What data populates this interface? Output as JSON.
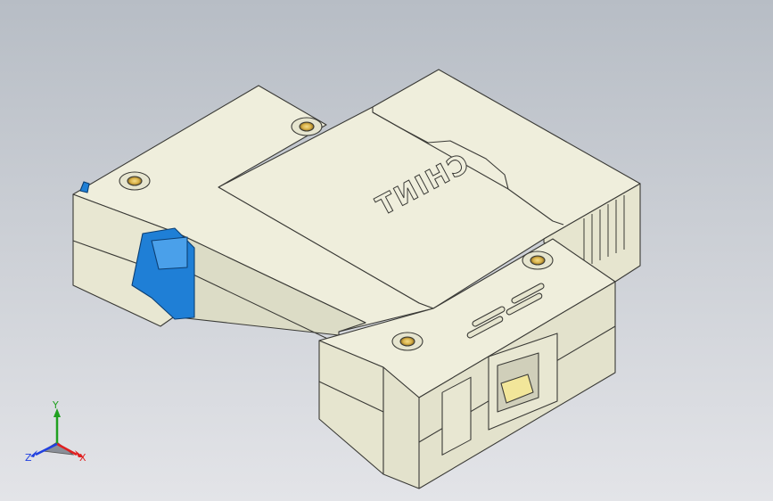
{
  "product": {
    "brand_logo_text": "CHINT"
  },
  "colors": {
    "background_top": "#b7bdc5",
    "background_bottom": "#e3e4e8",
    "housing": "#efeedc",
    "housing_shade": "#dcdcc6",
    "housing_side": "#e6e5cf",
    "edge": "#3a3a36",
    "latch_blue": "#1f7fd6",
    "screw_gold": "#d9b24a",
    "axis_x": "#e02020",
    "axis_y": "#20a020",
    "axis_z": "#2040e0"
  },
  "triad": {
    "x_label": "X",
    "y_label": "Y",
    "z_label": "Z",
    "icon": "view-orientation-triad-icon"
  }
}
